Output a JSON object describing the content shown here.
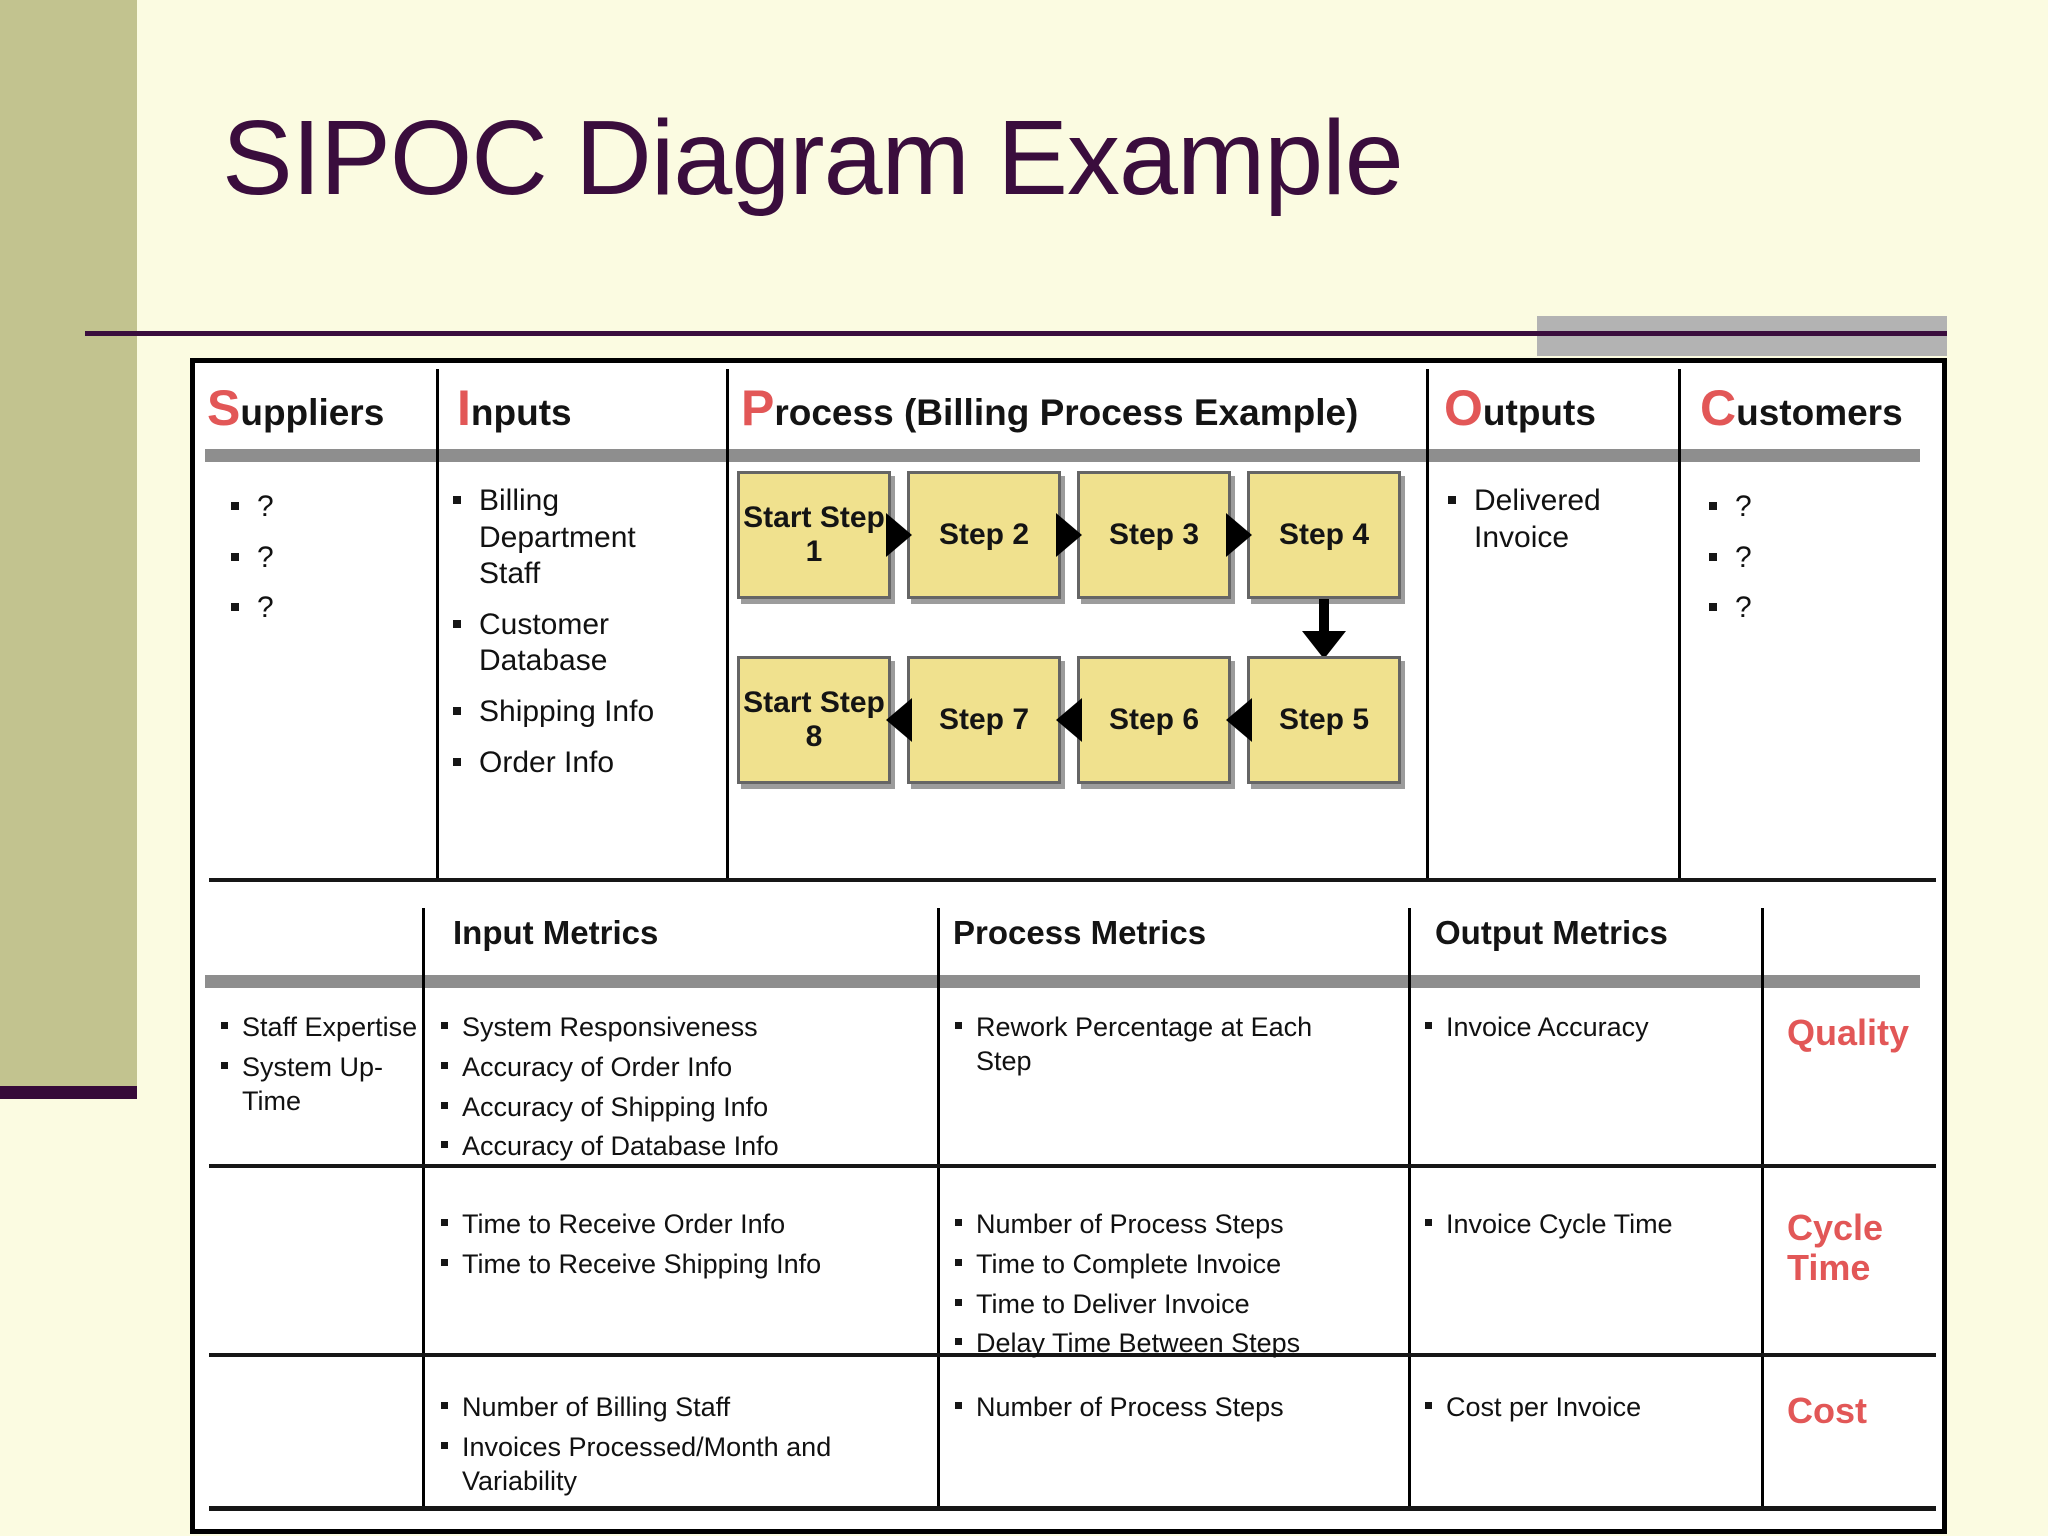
{
  "slide": {
    "title": "SIPOC Diagram Example"
  },
  "sipoc": {
    "columns": [
      {
        "initial": "S",
        "rest": "uppliers",
        "items": [
          "?",
          "?",
          "?"
        ]
      },
      {
        "initial": "I",
        "rest": "nputs",
        "items": [
          "Billing Department Staff",
          "Customer Database",
          "Shipping Info",
          "Order Info"
        ]
      },
      {
        "initial": "P",
        "rest": "rocess (Billing Process Example)",
        "items": []
      },
      {
        "initial": "O",
        "rest": "utputs",
        "items": [
          "Delivered Invoice"
        ]
      },
      {
        "initial": "C",
        "rest": "ustomers",
        "items": [
          "?",
          "?",
          "?"
        ]
      }
    ],
    "process_flow": {
      "row1": [
        "Start Step 1",
        "Step 2",
        "Step 3",
        "Step 4"
      ],
      "row2": [
        "Start Step 8",
        "Step 7",
        "Step 6",
        "Step 5"
      ]
    }
  },
  "metrics": {
    "headers": [
      "Input Metrics",
      "Process Metrics",
      "Output Metrics"
    ],
    "rows": [
      {
        "labels": [
          "Staff Expertise",
          "System Up-Time"
        ],
        "input": [
          "System Responsiveness",
          "Accuracy of Order Info",
          "Accuracy of Shipping Info",
          "Accuracy of Database Info"
        ],
        "process": [
          "Rework Percentage at Each Step"
        ],
        "output": [
          "Invoice Accuracy"
        ],
        "category": "Quality"
      },
      {
        "labels": [],
        "input": [
          "Time to Receive Order Info",
          "Time to Receive Shipping Info"
        ],
        "process": [
          "Number of Process Steps",
          "Time to Complete Invoice",
          "Time to Deliver Invoice",
          "Delay Time Between Steps"
        ],
        "output": [
          "Invoice Cycle Time"
        ],
        "category": "Cycle Time"
      },
      {
        "labels": [],
        "input": [
          "Number of Billing Staff",
          "Invoices Processed/Month and Variability"
        ],
        "process": [
          "Number of Process Steps"
        ],
        "output": [
          "Cost per Invoice"
        ],
        "category": "Cost"
      }
    ]
  },
  "colors": {
    "background": "#fbfbe1",
    "sidebar_olive": "#c2c38f",
    "title_purple": "#3a0d3d",
    "accent_red": "#e25757",
    "process_box_fill": "#f0e18e",
    "gray_accent": "#b3b3b3"
  }
}
